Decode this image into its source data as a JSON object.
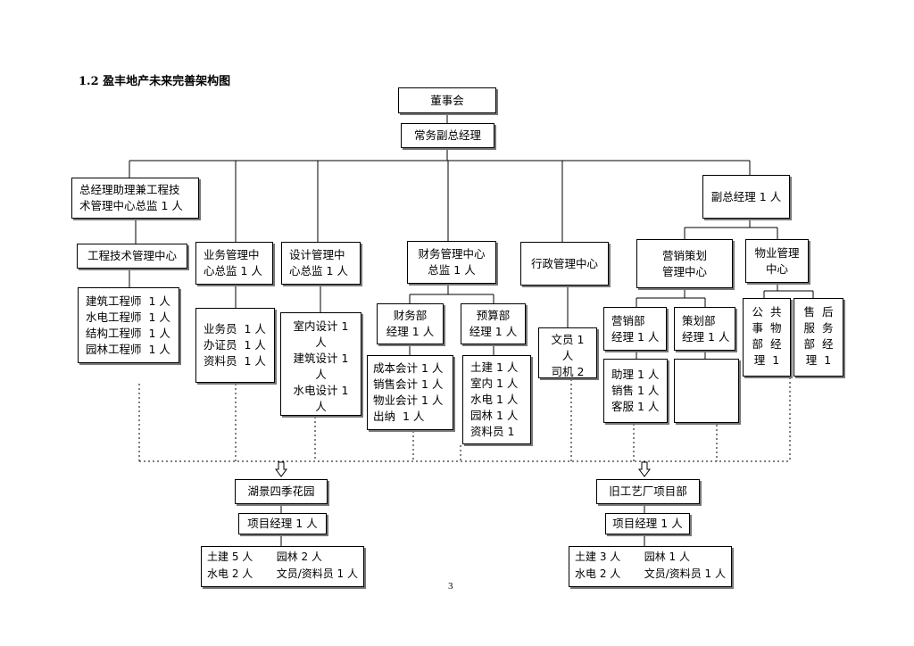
{
  "title": "1.2 盈丰地产未来完善架构图",
  "page_number": "3",
  "nodes": {
    "board": "董事会",
    "exec_vp": "常务副总经理",
    "gm_assistant": [
      "总经理助理兼工程技",
      "术管理中心总监 1 人"
    ],
    "vice_gm": "副总经理 1 人",
    "eng_center": "工程技术管理中心",
    "eng_staff": [
      "建筑工程师  1 人",
      "水电工程师  1 人",
      "结构工程师  1 人",
      "园林工程师  1 人"
    ],
    "biz_center": [
      "业务管理中",
      "心总监 1 人"
    ],
    "biz_staff": [
      "业务员  1 人",
      "办证员  1 人",
      "资料员  1 人"
    ],
    "design_center": [
      "设计管理中",
      "心总监 1 人"
    ],
    "design_staff": [
      "室内设计 1",
      "人",
      "建筑设计 1",
      "人",
      "水电设计 1",
      "人"
    ],
    "finance_center": [
      "财务管理中心",
      "总监 1 人"
    ],
    "finance_dept": [
      "财务部",
      "经理 1 人"
    ],
    "finance_staff": [
      "成本会计 1 人",
      "销售会计 1 人",
      "物业会计 1 人",
      "出纳  1 人"
    ],
    "budget_dept": [
      "预算部",
      "经理 1 人"
    ],
    "budget_staff": [
      "土建 1 人",
      "室内 1 人",
      "水电 1 人",
      "园林 1 人",
      "资料员 1"
    ],
    "admin_center": "行政管理中心",
    "admin_staff": [
      "文员 1",
      "人",
      "司机 2"
    ],
    "marketing_center": [
      "营销策划",
      "管理中心"
    ],
    "sales_dept": [
      "营销部",
      "经理 1 人"
    ],
    "sales_staff": [
      "助理 1 人",
      "销售 1 人",
      "客服 1 人"
    ],
    "planning_dept": [
      "策划部",
      "经理 1 人"
    ],
    "property_center": [
      "物业管理",
      "中心"
    ],
    "public_affairs": [
      "公  共",
      "事  物",
      "部  经",
      "理  1"
    ],
    "after_sales": [
      "售  后",
      "服  务",
      "部  经",
      "理  1"
    ],
    "project1": "湖景四季花园",
    "project1_manager": "项目经理 1 人",
    "project1_staff": [
      "土建 5 人",
      "园林 2 人",
      "水电 2 人",
      "文员/资料员 1 人"
    ],
    "project2": "旧工艺厂项目部",
    "project2_manager": "项目经理 1 人",
    "project2_staff": [
      "土建 3 人",
      "园林 1 人",
      "水电 2 人",
      "文员/资料员 1 人"
    ]
  }
}
